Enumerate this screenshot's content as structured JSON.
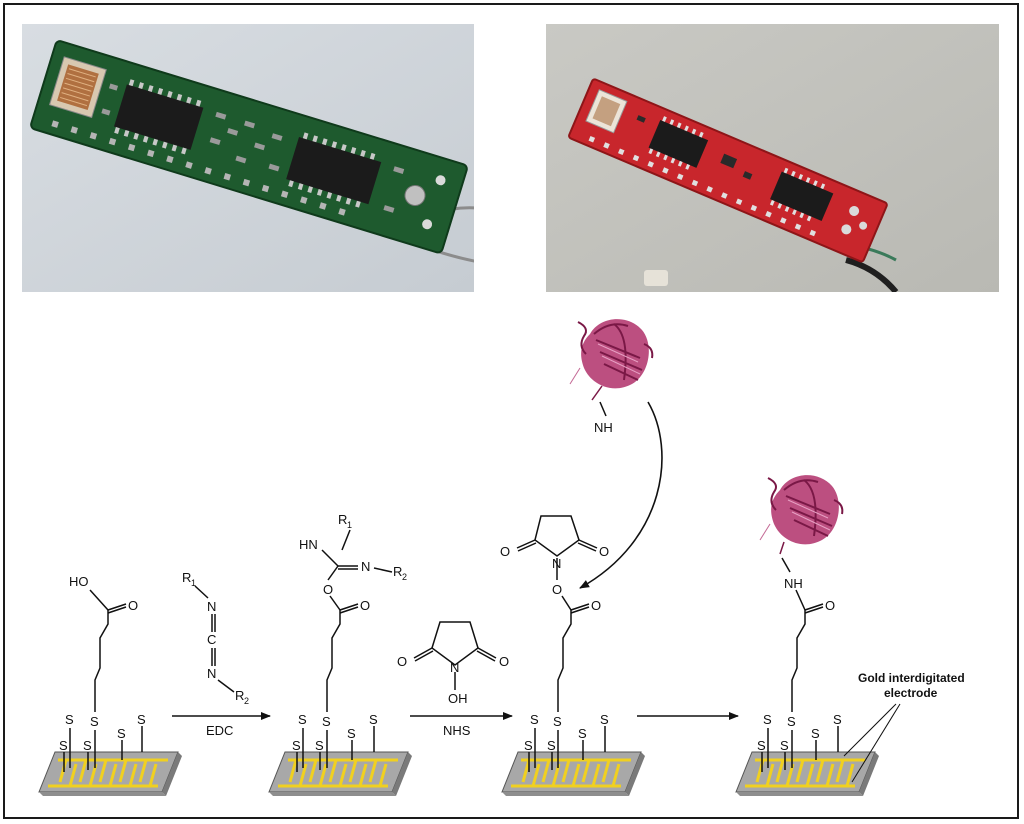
{
  "reagents": {
    "edc": "EDC",
    "nhs": "NHS",
    "r1": "R",
    "r1_sub": "1",
    "r2": "R",
    "r2_sub": "2"
  },
  "atoms": {
    "s": "S",
    "o": "O",
    "n": "N",
    "c": "C",
    "ho": "HO",
    "oh": "OH",
    "hn": "HN",
    "nh": "NH"
  },
  "electrode_label": {
    "line1": "Gold interdigitated",
    "line2": "electrode"
  },
  "colors": {
    "pcb_green": "#1e5a2e",
    "pcb_red": "#c8262c",
    "gold": "#f0d020",
    "substrate": "#a8a8a8",
    "protein": "#b0306a"
  }
}
